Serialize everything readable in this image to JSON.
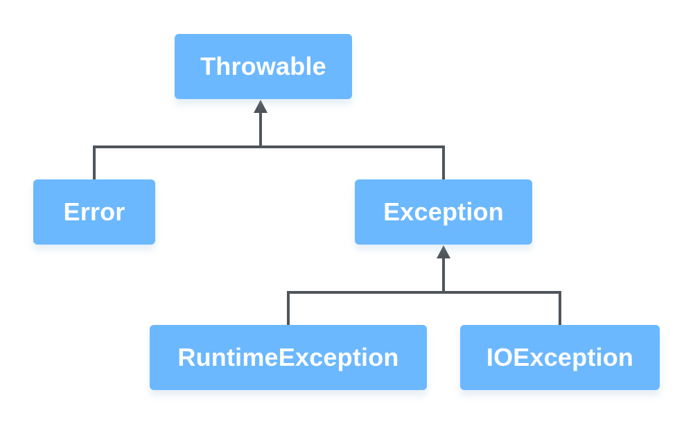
{
  "diagram": {
    "nodes": {
      "throwable": "Throwable",
      "error": "Error",
      "exception": "Exception",
      "runtime_exception": "RuntimeException",
      "io_exception": "IOException"
    },
    "colors": {
      "node_fill": "#6bb8ff",
      "node_text": "#ffffff",
      "connector": "#4f555b"
    }
  }
}
